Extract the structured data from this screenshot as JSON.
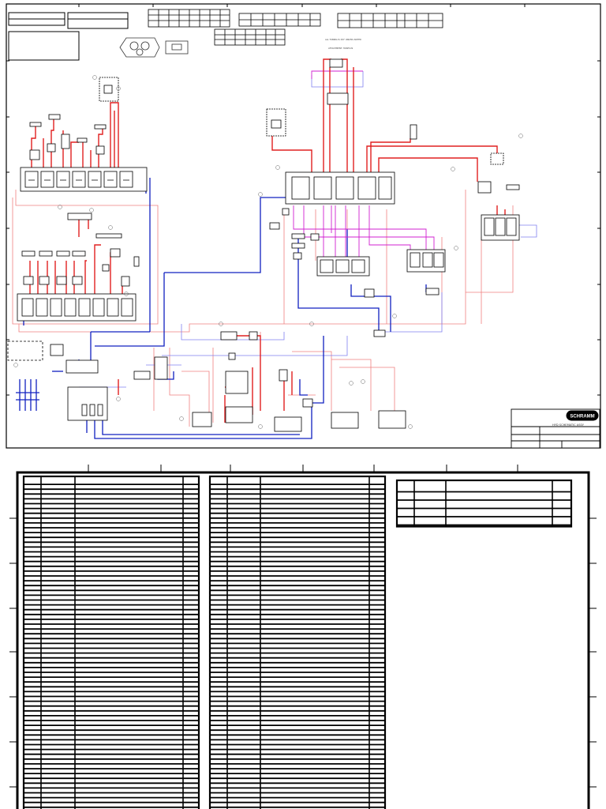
{
  "schematic": {
    "header_note_1": "ALL TUBING IS 3/8\" UNLESS NOTED",
    "header_note_2": "ATTACHMENT: HOSES IN",
    "title_block": {
      "company_logo": "SCHRAMM",
      "drawing_title": "HYD SCHEMATIC ASSY"
    },
    "colors": {
      "pressure_line": "#e02020",
      "return_line": "#1020c0",
      "pilot_line": "#d020d0",
      "drain_line": "#f08080",
      "case_drain": "#8080f0",
      "ink": "#000000"
    },
    "icons": [
      "cylinder-icon",
      "valve-spool-icon",
      "pump-icon",
      "motor-icon",
      "manifold-icon",
      "pressure-gauge-icon"
    ]
  },
  "parts_list": {
    "tables": [
      {
        "name": "left",
        "rows": 70
      },
      {
        "name": "middle",
        "rows": 70
      },
      {
        "name": "right",
        "rows": 5
      }
    ]
  }
}
